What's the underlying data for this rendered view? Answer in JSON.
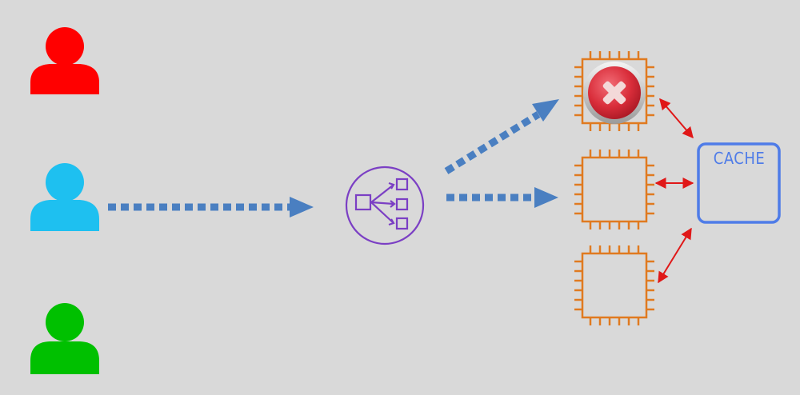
{
  "users": [
    {
      "name": "red-user",
      "color": "#ff0000"
    },
    {
      "name": "blue-user",
      "color": "#1ec0f0"
    },
    {
      "name": "green-user",
      "color": "#00c000"
    }
  ],
  "load_balancer": {
    "icon": "load-balancer-icon",
    "color": "#7b3fc4"
  },
  "instances": [
    {
      "icon": "compute-instance-icon",
      "status": "failed"
    },
    {
      "icon": "compute-instance-icon",
      "status": "healthy"
    },
    {
      "icon": "compute-instance-icon",
      "status": "healthy"
    }
  ],
  "cache": {
    "label": "CACHE",
    "color": "#4f7ce8"
  },
  "colors": {
    "background": "#d9d9d9",
    "flow_arrow": "#4a7fc1",
    "cache_link": "#e01818",
    "instance": "#e07a20",
    "failed_badge": "#d92d3a"
  }
}
